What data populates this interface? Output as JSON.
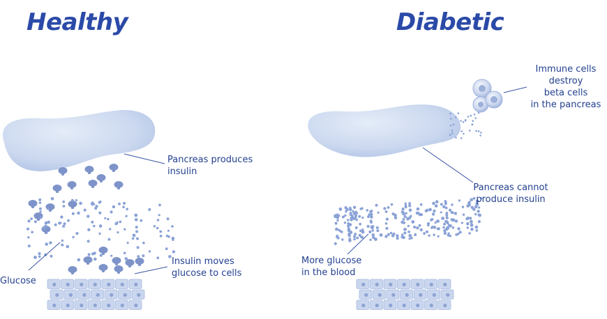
{
  "titles": {
    "healthy": "Healthy",
    "diabetic": "Diabetic"
  },
  "healthy": {
    "pancreas_label": [
      "Pancreas produces",
      "insulin"
    ],
    "insulin_label": [
      "Insulin moves",
      "glucose to cells"
    ],
    "glucose_label": "Glucose"
  },
  "diabetic": {
    "immune_label": [
      "Immune cells",
      "destroy",
      "beta cells",
      "in the pancreas"
    ],
    "pancreas_label": [
      "Pancreas cannot",
      "produce insulin"
    ],
    "glucose_label": [
      "More glucose",
      "in the blood"
    ]
  },
  "colors": {
    "title": "#2b4aa8",
    "label": "#24418f",
    "organ": "#c4d3ec",
    "dot": "#8aa2d6",
    "insulin": "#7d93c9",
    "cell_fill": "#c9d6ee",
    "nucleus": "#8ea3d2"
  }
}
